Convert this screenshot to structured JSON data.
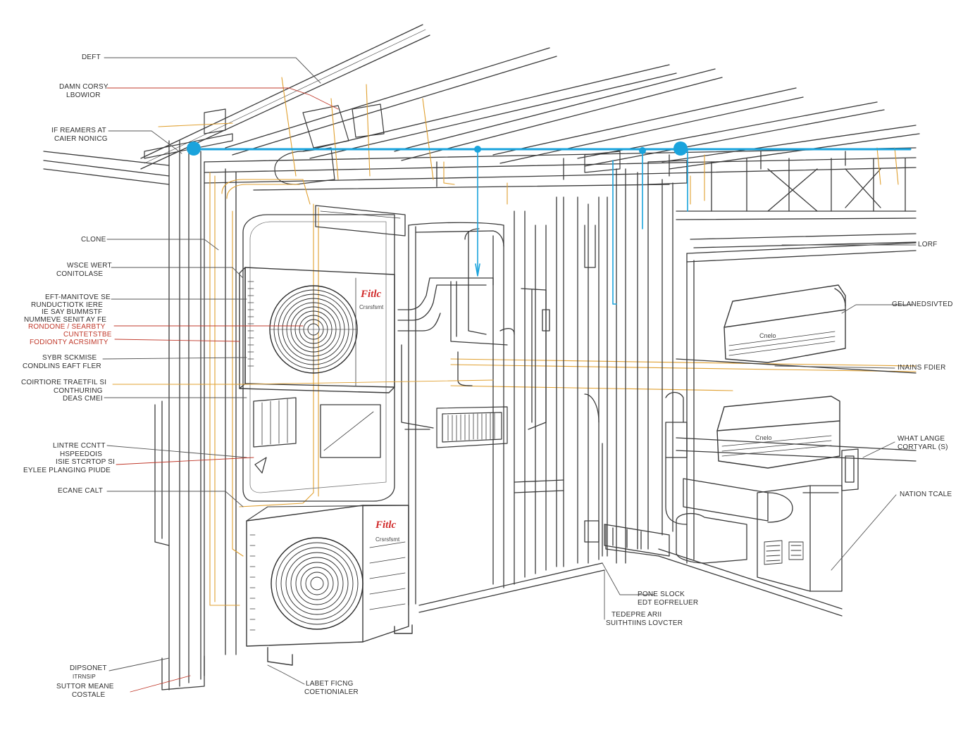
{
  "colors": {
    "line": "#3a3a3a",
    "thin": "#7a7a7a",
    "refrigerant": "#e0a030",
    "waterline": "#1aa3dc",
    "redLeader": "#c0392b",
    "label": "#2f2f2f"
  },
  "icons": [
    "fan-icon",
    "valve-icon",
    "grille-icon"
  ],
  "labels": {
    "deft": "DEFT",
    "damn_corsy": [
      "DAMN CORSY",
      "LBOWIOR"
    ],
    "if_reamers": [
      "IF REAMERS AT",
      "CAIER NONICG"
    ],
    "clone": "CLONE",
    "wsce_wert": [
      "WSCE WERT",
      "CONITOLASE"
    ],
    "left_block": [
      "EFT-MANITOVE SE",
      "RUNDUCTIOTK IERE",
      "IE SAY BUMMSTF",
      "NUMMEVE SENIT AY FE",
      "RONDONE / SEARBTY",
      "CUNTETSTBE",
      "FODIONTY ACRSIMITY"
    ],
    "sybr": [
      "SYBR SCKMISE",
      "CONDLINS EAFT FLER"
    ],
    "coirtiore": [
      "COIRTIORE TRAETFIL SI",
      "CONTHURING",
      "DEAS CMEI"
    ],
    "lintre": [
      "LINTRE CCNTT",
      "HSPEEDOIS",
      "ISIE STCRTOP SI",
      "EYLEE PLANGING PIUDE"
    ],
    "ecane_calt": "ECANE CALT",
    "dipsonet": [
      "DIPSONET",
      "ITRNSIP"
    ],
    "suttor": [
      "SUTTOR MEANE",
      "COSTALE"
    ],
    "labet_ficng": [
      "LABET FICNG",
      "COETIONIALER"
    ],
    "pone_slock": [
      "PONE SLOCK",
      "EDT EOFRELUER"
    ],
    "tedepre": [
      "TEDEPRE ARII",
      "SUITHTIINS LOVCTER"
    ],
    "lorf": "LORF",
    "gelanedsivted": "GELANEDSIVTED",
    "inains": "INAINS FDIER",
    "what_lange": [
      "WHAT LANGE",
      "CORTYARL (S)"
    ],
    "nation": "NATION TCALE"
  },
  "units": {
    "brand_upper": "Fitlc",
    "brand_lower": "Fitlc",
    "upper_small": "Crsrsfsmt",
    "lower_small": "Crsrsfsmt",
    "wall_upper": "Cnelo",
    "wall_lower": "Cnelo"
  }
}
